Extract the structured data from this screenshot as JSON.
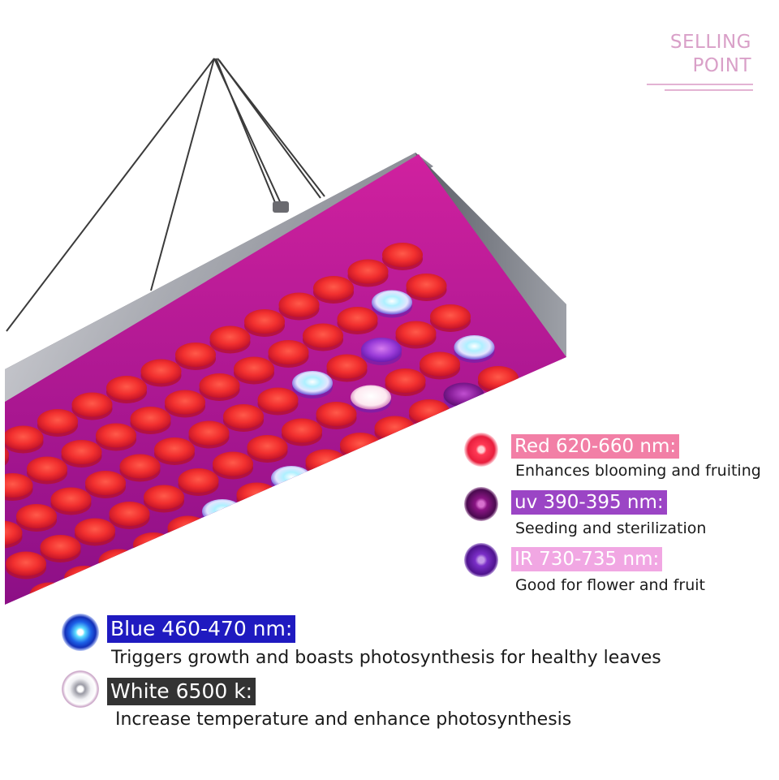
{
  "header": {
    "line1": "SELLING",
    "line2": "POINT"
  },
  "spectrum": [
    {
      "id": "red",
      "label": "Red 620-660 nm:",
      "description": "Enhances blooming and fruiting",
      "color": "#f27fa6"
    },
    {
      "id": "uv",
      "label": "uv 390-395 nm:",
      "description": "Seeding and sterilization",
      "color": "#9b45c5"
    },
    {
      "id": "ir",
      "label": "IR 730-735 nm:",
      "description": "Good for flower and fruit",
      "color": "#f1a7e3"
    },
    {
      "id": "blue",
      "label": "Blue 460-470 nm:",
      "description": "Triggers growth and boasts photosynthesis for healthy leaves",
      "color": "#1f1ac0"
    },
    {
      "id": "white",
      "label": "White 6500 k:",
      "description": "Increase temperature and enhance photosynthesis",
      "color": "#333333"
    }
  ],
  "icons": {
    "red": "red-led-icon",
    "uv": "uv-led-icon",
    "ir": "ir-led-icon",
    "blue": "blue-led-icon",
    "white": "white-led-icon"
  }
}
